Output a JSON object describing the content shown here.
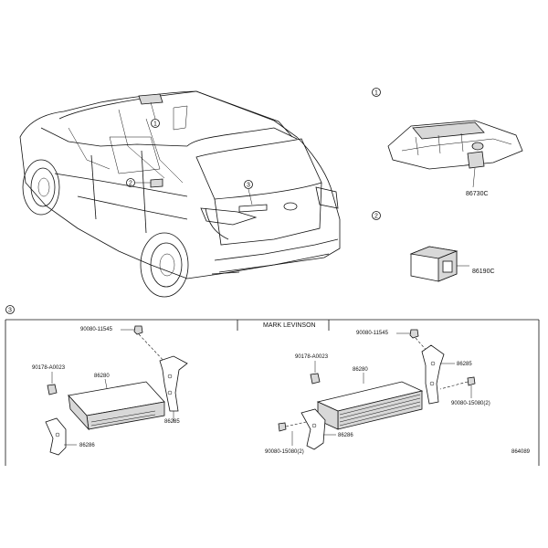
{
  "callouts": [
    "1",
    "2",
    "3"
  ],
  "section_label": "MARK LEVINSON",
  "part_labels": {
    "p86730c": "86730C",
    "p86190c": "86190C",
    "l_90080_11545": "90080-11545",
    "l_90178_a0023": "90178-A0023",
    "l_86280": "86280",
    "l_86285": "86285",
    "l_86286": "86286",
    "r_90080_11545": "90080-11545",
    "r_90178_a0023": "90178-A0023",
    "r_86280": "86280",
    "r_86285": "86285",
    "r_86286": "86286",
    "r_90080_15080_a": "90080-15080(2)",
    "r_90080_15080_b": "90080-15080(2)"
  },
  "diagram_code": "864089"
}
